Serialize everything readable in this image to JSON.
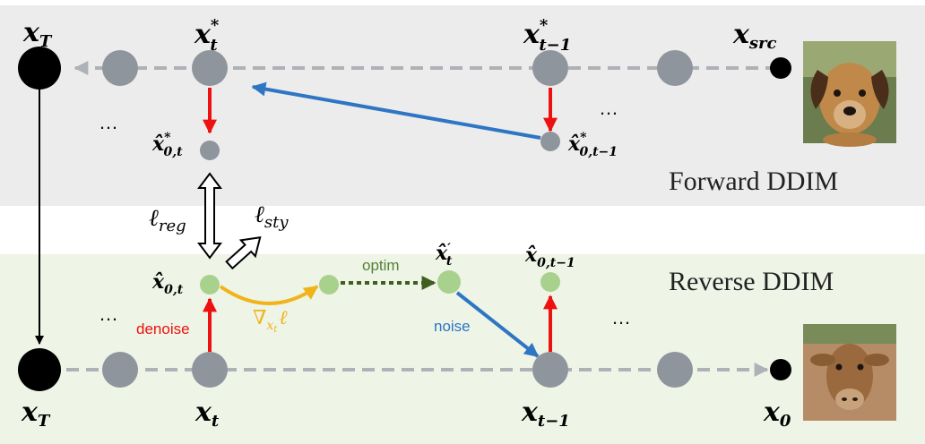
{
  "bands": {
    "forward_label": "Forward DDIM",
    "reverse_label": "Reverse DDIM",
    "forward_color": "#ececec",
    "reverse_color": "#eef4e6"
  },
  "colors": {
    "node_large": "#000000",
    "node_gray": "#8f959c",
    "node_green": "#a9d18e",
    "red_arrow": "#ee1111",
    "blue_arrow": "#2e75c4",
    "gold_arrow": "#f0b41a",
    "optim_arrow": "#3f5e1f",
    "dashed_line": "#aeb2b6"
  },
  "labels": {
    "xT_top_base": "x",
    "xT_top_sub": "T",
    "xt_star_base": "x",
    "xt_star_sub": "t",
    "xt_star_sup": "*",
    "xt1_star_base": "x",
    "xt1_star_sub": "t−1",
    "xt1_star_sup": "*",
    "xsrc_base": "x",
    "xsrc_sub": "src",
    "x0t_star_base": "x̂",
    "x0t_star_sub": "0,t",
    "x0t_star_sup": "*",
    "x0t1_star_base": "x̂",
    "x0t1_star_sub": "0,t−1",
    "x0t1_star_sup": "*",
    "lreg_base": "ℓ",
    "lreg_sub": "reg",
    "lsty_base": "ℓ",
    "lsty_sub": "sty",
    "x0t_base": "x̂",
    "x0t_sub": "0,t",
    "xtprime_base": "x̂",
    "xtprime_sub": "t",
    "xtprime_sup": "′",
    "x0t1_base": "x̂",
    "x0t1_sub": "0,t−1",
    "grad_base": "∇",
    "grad_sub": "x",
    "grad_subsub": "t",
    "grad_tail": "ℓ",
    "xT_bot_base": "x",
    "xT_bot_sub": "T",
    "xt_base": "x",
    "xt_sub": "t",
    "xt1_base": "x",
    "xt1_sub": "t−1",
    "x0_base": "x",
    "x0_sub": "0"
  },
  "notes": {
    "denoise": "denoise",
    "noise": "noise",
    "optim": "optim"
  },
  "ellipsis": "…",
  "images": {
    "source": "puppy photo",
    "output": "calf photo"
  }
}
